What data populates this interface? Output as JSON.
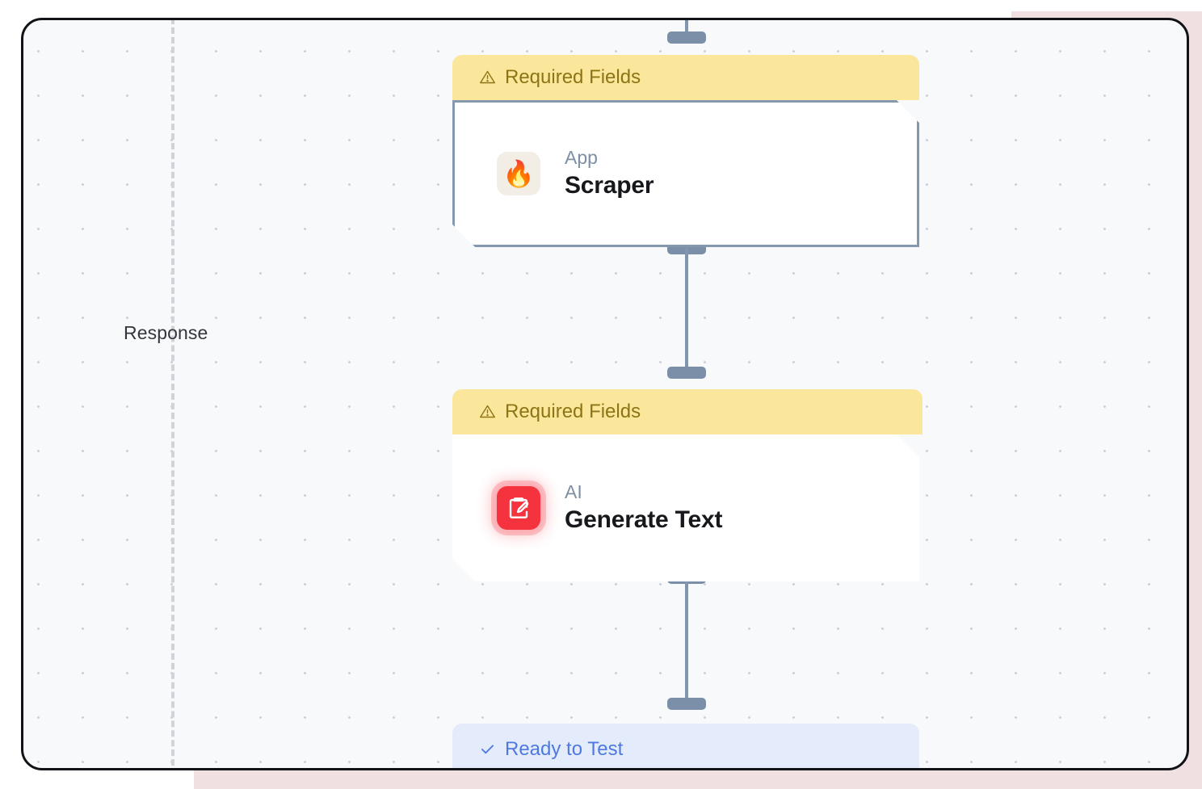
{
  "canvas": {
    "lane_label": "Response",
    "background_color": "#f8f9fb",
    "dot_color": "#c9ccd4",
    "divider_color": "#cfd3da",
    "frame_border_color": "#121317",
    "frame_accent_color": "#f1e0e1"
  },
  "connector": {
    "line_color": "#8096ae",
    "handle_color": "#7b90a8"
  },
  "nodes": [
    {
      "id": "scraper",
      "status_label": "Required Fields",
      "status_type": "warning",
      "status_icon": "warning-triangle-icon",
      "status_bg": "#fbe79b",
      "status_text_color": "#8d7414",
      "kind": "App",
      "title": "Scraper",
      "icon": "fire-icon",
      "icon_glyph": "🔥",
      "icon_tile_bg": "#f2ede5",
      "outlined": true
    },
    {
      "id": "generate-text",
      "status_label": "Required Fields",
      "status_type": "warning",
      "status_icon": "warning-triangle-icon",
      "status_bg": "#fbe79b",
      "status_text_color": "#8d7414",
      "kind": "AI",
      "title": "Generate Text",
      "icon": "clipboard-pencil-icon",
      "icon_tile_bg": "#f5333f",
      "outlined": false
    },
    {
      "id": "ready",
      "status_label": "Ready to Test",
      "status_type": "ready",
      "status_icon": "check-icon",
      "status_bg": "#e4ecfb",
      "status_text_color": "#4f79e0",
      "kind": "",
      "title": "",
      "icon": "",
      "outlined": false
    }
  ]
}
